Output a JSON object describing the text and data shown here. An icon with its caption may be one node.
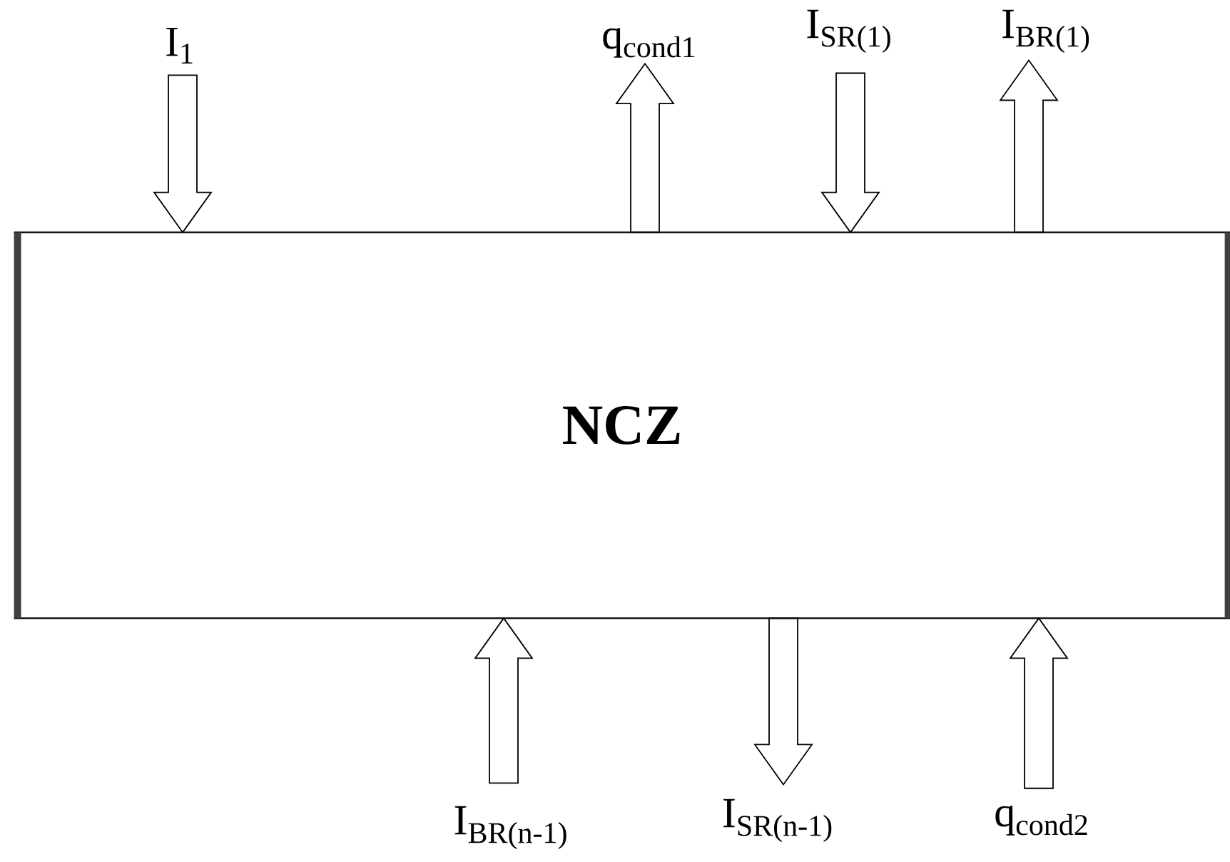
{
  "diagram": {
    "nodes": [
      {
        "text": [
          "NCZ"
        ]
      },
      {
        "text": [
          "I$_{1}$"
        ]
      },
      {
        "text": [
          "q$_{cond1}$"
        ]
      },
      {
        "text": [
          "I$_{SR(1)}$"
        ]
      },
      {
        "text": [
          "I$_{BR(1)}$"
        ]
      },
      {
        "text": [
          "I$_{BR(n-1)}$"
        ]
      },
      {
        "text": [
          "I$_{SR(n-1)}$"
        ]
      },
      {
        "text": [
          "q$_{cond2}$"
        ]
      }
    ],
    "edges": [
      {
        "from": 1,
        "to": 0,
        "arrow": "to"
      },
      {
        "from": 0,
        "to": 2,
        "arrow": "to"
      },
      {
        "from": 3,
        "to": 0,
        "arrow": "to"
      },
      {
        "from": 0,
        "to": 4,
        "arrow": "to"
      },
      {
        "from": 5,
        "to": 0,
        "arrow": "to"
      },
      {
        "from": 0,
        "to": 6,
        "arrow": "to"
      },
      {
        "from": 7,
        "to": 0,
        "arrow": "to"
      }
    ]
  }
}
